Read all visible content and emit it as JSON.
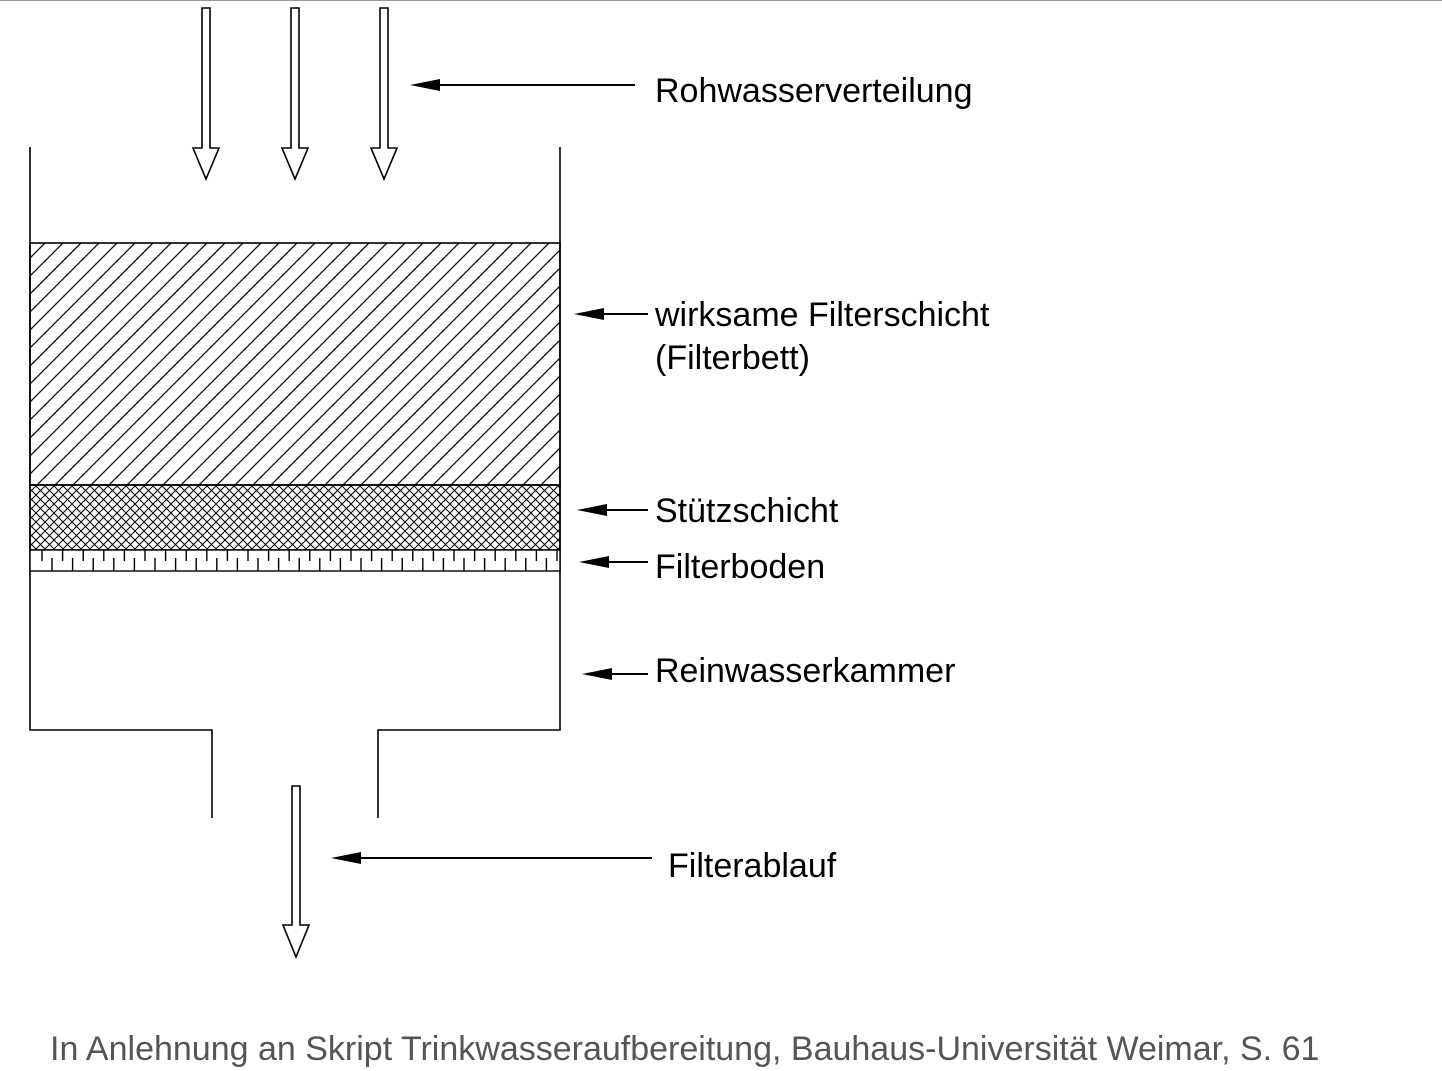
{
  "labels": {
    "raw_water_distribution": "Rohwasserverteilung",
    "filter_layer_line1": "wirksame Filterschicht",
    "filter_layer_line2": "(Filterbett)",
    "support_layer": "Stützschicht",
    "filter_bottom": "Filterboden",
    "clean_water_chamber": "Reinwasserkammer",
    "filter_outlet": "Filterablauf"
  },
  "caption": "In Anlehnung an Skript Trinkwasseraufbereitung, Bauhaus-Universität Weimar, S. 61",
  "colors": {
    "line": "#000000",
    "caption": "#555555"
  }
}
